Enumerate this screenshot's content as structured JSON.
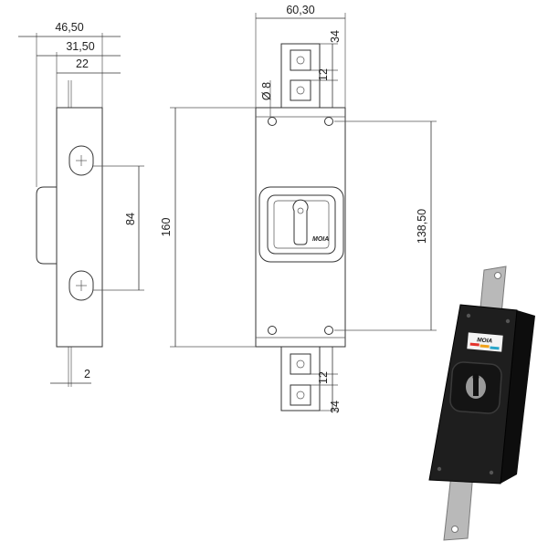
{
  "dimensions": {
    "side_overall_width": "46,50",
    "side_body_depth": "31,50",
    "side_plate_width": "22",
    "hole_spacing": "84",
    "bolt_thickness": "2",
    "front_width": "60,30",
    "bolt_extension_top": "34",
    "bolt_slot_top": "12",
    "hole_diameter": "Ø 8",
    "overall_height": "160",
    "mount_hole_spacing": "138,50",
    "bolt_slot_bottom": "12",
    "bolt_extension_bottom": "34"
  },
  "product": {
    "brand_logo": "MOIA",
    "body_color": "#1c1c1c",
    "bolt_color": "#b8b8b8",
    "label_colors": [
      "#e4332b",
      "#f0a21b",
      "#2aa6c9"
    ]
  }
}
